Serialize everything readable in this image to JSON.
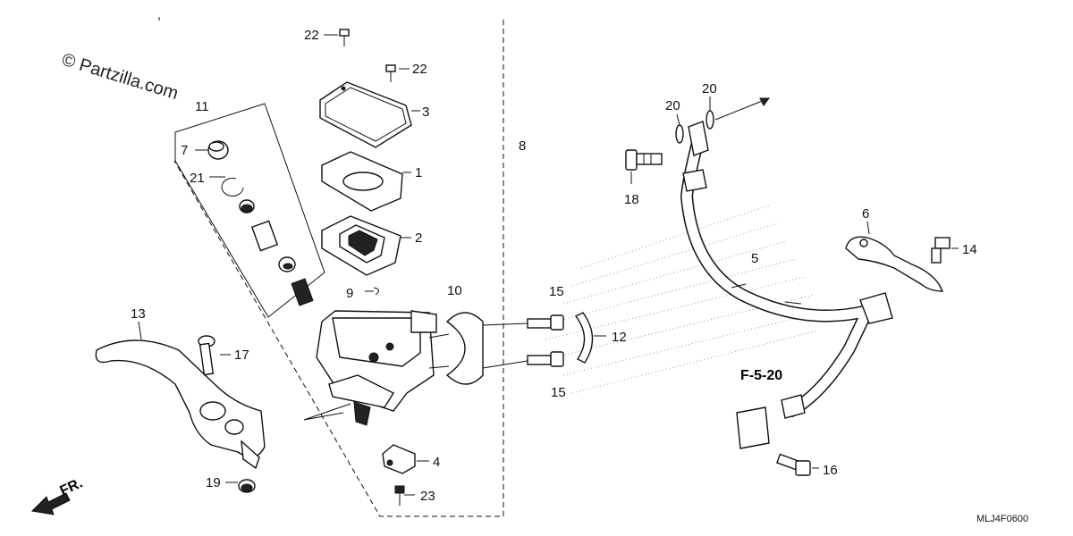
{
  "watermark": "© Partzilla.com",
  "diagram_code": "MLJ4F0600",
  "reference": "F-5-20",
  "front_arrow_label": "FR.",
  "callouts": {
    "c1": "1",
    "c2": "2",
    "c3": "3",
    "c4": "4",
    "c5": "5",
    "c6": "6",
    "c7": "7",
    "c8": "8",
    "c9": "9",
    "c10": "10",
    "c11": "11",
    "c12": "12",
    "c13": "13",
    "c14": "14",
    "c15a": "15",
    "c15b": "15",
    "c16": "16",
    "c17": "17",
    "c18": "18",
    "c19": "19",
    "c20a": "20",
    "c20b": "20",
    "c21": "21",
    "c22a": "22",
    "c22b": "22",
    "c23": "23"
  }
}
